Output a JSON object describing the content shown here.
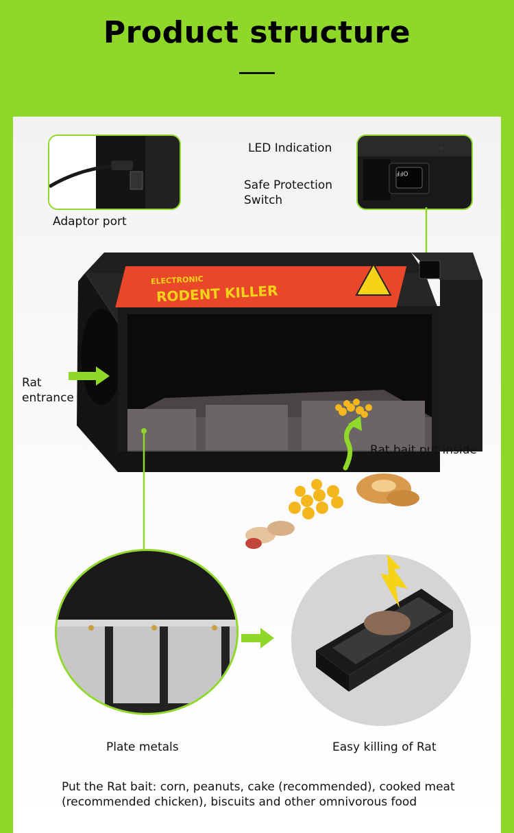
{
  "title": "Product structure",
  "labels": {
    "adaptor_port": "Adaptor port",
    "led_indication": "LED Indication",
    "safe_protection_switch": "Safe Protection\nSwitch",
    "rat_entrance": "Rat\nentrance",
    "rat_bait_put_inside": "Rat bait put inside",
    "plate_metals": "Plate metals",
    "easy_killing": "Easy killing of Rat"
  },
  "device": {
    "brand_small": "ELECTRONIC",
    "brand_large": "RODENT KILLER",
    "switch_text": "OFF"
  },
  "footer_note": "Put the Rat bait: corn, peanuts, cake (recommended), cooked meat (recommended chicken), biscuits and other omnivorous food",
  "colors": {
    "accent_green": "#8fd82a",
    "device_black": "#161616",
    "label_red": "#e8472a"
  },
  "icons": [
    "arrow-right-icon",
    "curved-arrow-up-icon",
    "lightning-bolt-icon",
    "warning-icon"
  ]
}
